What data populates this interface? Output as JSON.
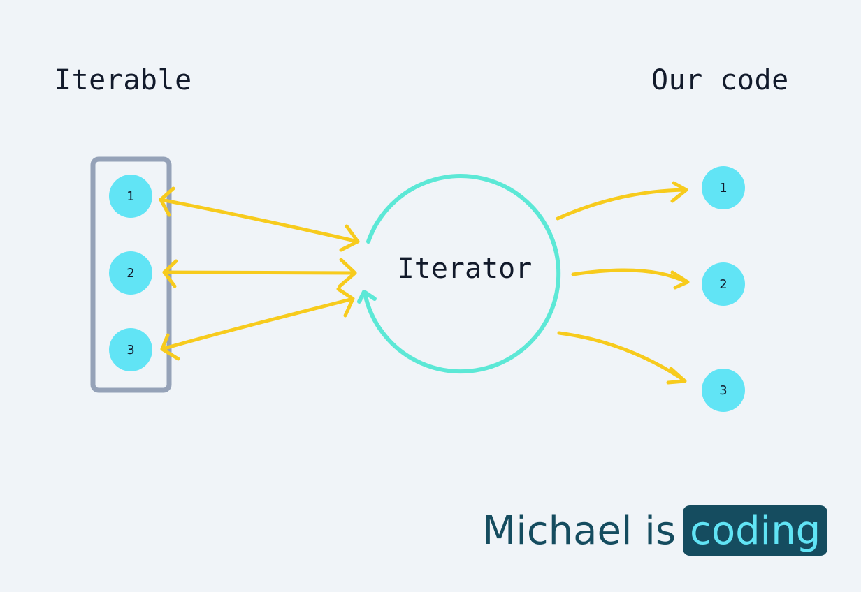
{
  "headings": {
    "iterable": "Iterable",
    "our_code": "Our code"
  },
  "iterator": {
    "label": "Iterator"
  },
  "iterable_items": [
    "1",
    "2",
    "3"
  ],
  "output_items": [
    "1",
    "2",
    "3"
  ],
  "brand": {
    "prefix": "Michael is",
    "highlight": "coding"
  },
  "colors": {
    "background": "#f0f4f8",
    "node_fill": "#61e4f5",
    "iterator_circle": "#5ce8d6",
    "arrow": "#f7cb1d",
    "container_border": "#95a2b8",
    "brand_dark": "#154c5f",
    "brand_accent": "#61e4f5"
  }
}
